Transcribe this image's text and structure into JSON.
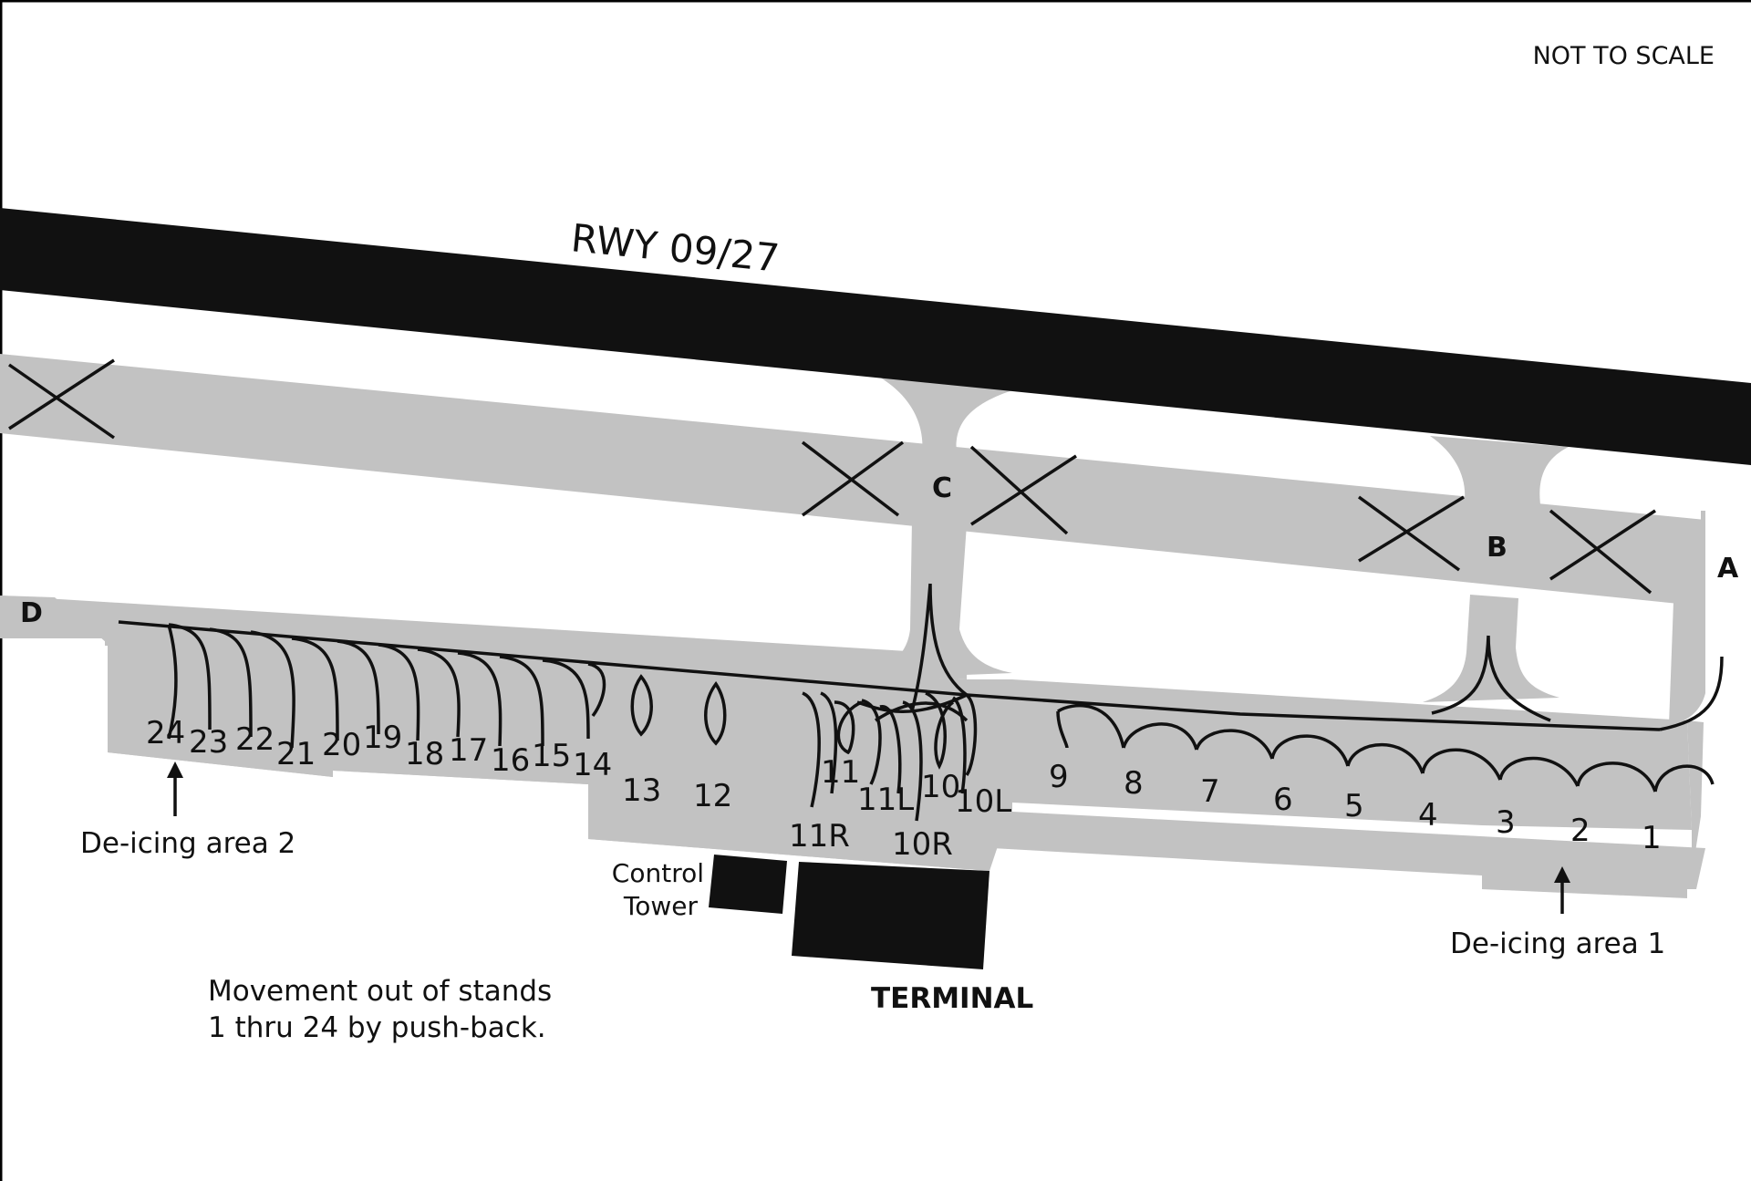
{
  "not_to_scale": "NOT TO SCALE",
  "runway": {
    "label": "RWY 09/27"
  },
  "taxiways": {
    "a": "A",
    "b": "B",
    "c": "C",
    "d": "D"
  },
  "stands": [
    {
      "id": "s24",
      "label": "24"
    },
    {
      "id": "s23",
      "label": "23"
    },
    {
      "id": "s22",
      "label": "22"
    },
    {
      "id": "s21",
      "label": "21"
    },
    {
      "id": "s20",
      "label": "20"
    },
    {
      "id": "s19",
      "label": "19"
    },
    {
      "id": "s18",
      "label": "18"
    },
    {
      "id": "s17",
      "label": "17"
    },
    {
      "id": "s16",
      "label": "16"
    },
    {
      "id": "s15",
      "label": "15"
    },
    {
      "id": "s14",
      "label": "14"
    },
    {
      "id": "s13",
      "label": "13"
    },
    {
      "id": "s12",
      "label": "12"
    },
    {
      "id": "s11",
      "label": "11"
    },
    {
      "id": "s11L",
      "label": "11L"
    },
    {
      "id": "s11R",
      "label": "11R"
    },
    {
      "id": "s10",
      "label": "10"
    },
    {
      "id": "s10L",
      "label": "10L"
    },
    {
      "id": "s10R",
      "label": "10R"
    },
    {
      "id": "s9",
      "label": "9"
    },
    {
      "id": "s8",
      "label": "8"
    },
    {
      "id": "s7",
      "label": "7"
    },
    {
      "id": "s6",
      "label": "6"
    },
    {
      "id": "s5",
      "label": "5"
    },
    {
      "id": "s4",
      "label": "4"
    },
    {
      "id": "s3",
      "label": "3"
    },
    {
      "id": "s2",
      "label": "2"
    },
    {
      "id": "s1",
      "label": "1"
    }
  ],
  "deicing_area_1": "De-icing area 1",
  "deicing_area_2": "De-icing area 2",
  "control_tower": {
    "line1": "Control",
    "line2": "Tower"
  },
  "terminal": "TERMINAL",
  "note": {
    "line1": "Movement out of stands",
    "line2": "1 thru 24  by push-back."
  },
  "colors": {
    "pavement": "#c2c2c2",
    "runway": "#111111",
    "building": "#111111",
    "lines": "#111111",
    "background": "#ffffff"
  }
}
